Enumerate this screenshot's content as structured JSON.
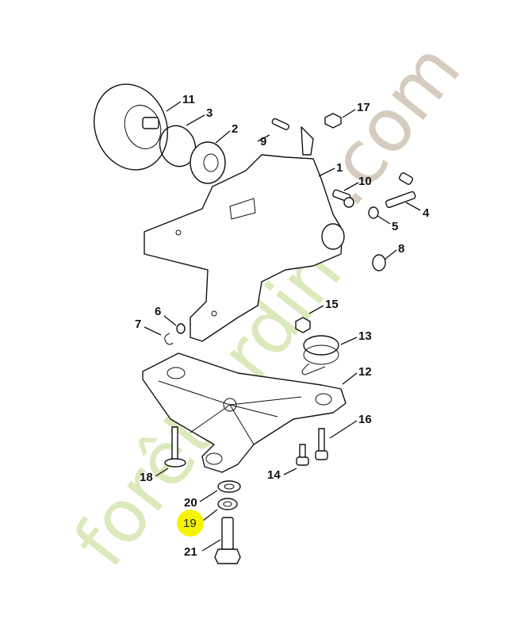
{
  "diagram": {
    "type": "exploded-parts-diagram",
    "watermark": {
      "text_green": "forêtjardin",
      "text_grey": ".com",
      "accent": "#f5a623"
    },
    "highlight": {
      "part": "19",
      "color": "#f5f500"
    },
    "labels": [
      {
        "id": "11",
        "text": "11"
      },
      {
        "id": "3",
        "text": "3"
      },
      {
        "id": "2",
        "text": "2"
      },
      {
        "id": "9",
        "text": "9"
      },
      {
        "id": "17",
        "text": "17"
      },
      {
        "id": "1",
        "text": "1"
      },
      {
        "id": "10",
        "text": "10"
      },
      {
        "id": "4",
        "text": "4"
      },
      {
        "id": "5",
        "text": "5"
      },
      {
        "id": "8",
        "text": "8"
      },
      {
        "id": "6",
        "text": "6"
      },
      {
        "id": "7",
        "text": "7"
      },
      {
        "id": "15",
        "text": "15"
      },
      {
        "id": "13",
        "text": "13"
      },
      {
        "id": "12",
        "text": "12"
      },
      {
        "id": "16",
        "text": "16"
      },
      {
        "id": "14",
        "text": "14"
      },
      {
        "id": "18",
        "text": "18"
      },
      {
        "id": "20",
        "text": "20"
      },
      {
        "id": "19",
        "text": "19"
      },
      {
        "id": "21",
        "text": "21"
      }
    ]
  }
}
